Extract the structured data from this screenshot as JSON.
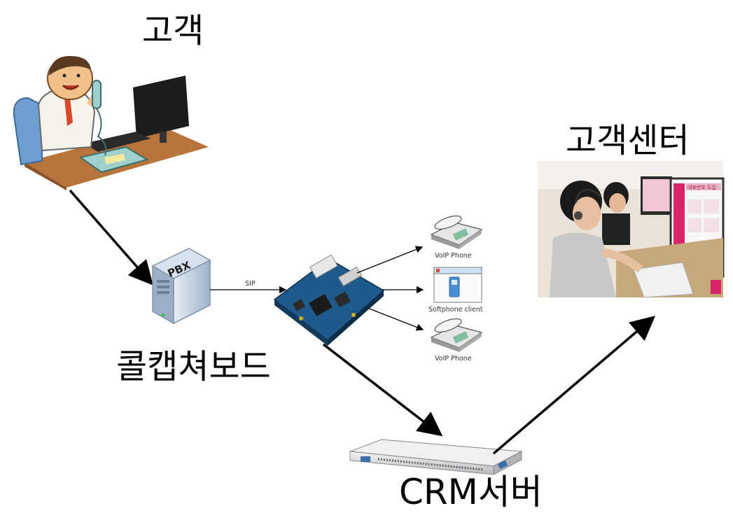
{
  "labels": {
    "customer": "고객",
    "call_center": "고객센터",
    "capture_board": "콜캡쳐보드",
    "crm_server": "CRM서버",
    "sip": "SIP",
    "pbx": "PBX",
    "voip_phone_1": "VoIP Phone",
    "softphone": "Softphone client",
    "voip_phone_2": "VoIP Phone",
    "banner_text": "대표번호 도입"
  },
  "colors": {
    "arrow": "#000000",
    "pbx_body": "#c9d6e3",
    "board": "#2b5f8e",
    "server": "#d9dadc",
    "call_center_accent": "#d9246a"
  }
}
